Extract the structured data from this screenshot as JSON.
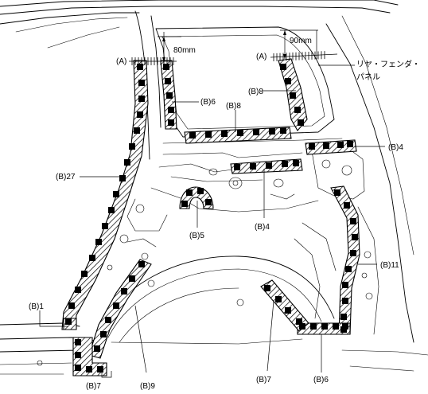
{
  "labels": {
    "b27": "(B)27",
    "b6_top": "(B)6",
    "b8_mid": "(B)8",
    "b8_right": "(B)8",
    "b4_right": "(B)4",
    "b4_mid": "(B)4",
    "b5": "(B)5",
    "b11": "(B)11",
    "b1": "(B)1",
    "b7_left": "(B)7",
    "b9": "(B)9",
    "b7_right": "(B)7",
    "b6_bottom": "(B)6",
    "a_left": "(A)",
    "a_right": "(A)",
    "dim_80": "80mm",
    "dim_90": "90mm",
    "part_name_line1": "リヤ・フェンダ・",
    "part_name_line2": "パネル"
  }
}
